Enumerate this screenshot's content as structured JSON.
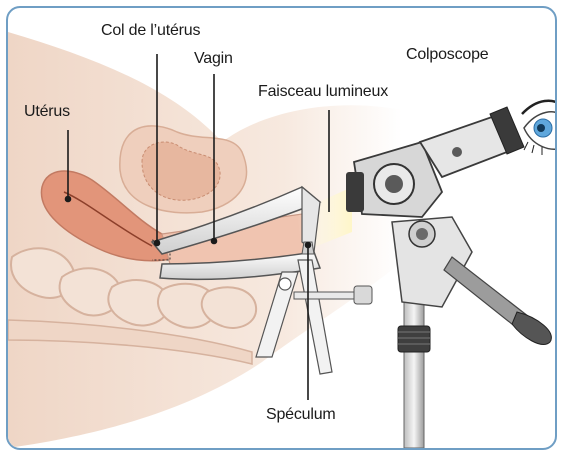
{
  "labels": {
    "uterus": "Utérus",
    "cervix": "Col de l’utérus",
    "vagina": "Vagin",
    "light_beam": "Faisceau lumineux",
    "colposcope": "Colposcope",
    "speculum": "Spéculum"
  },
  "colors": {
    "frame": "#6f9ec4",
    "tissue_light": "#f3e2d6",
    "tissue_mid": "#e9cbb8",
    "uterus": "#e2957a",
    "metal_light": "#f2f2f2",
    "metal_dark": "#555555",
    "eye_iris": "#5fa7dc"
  },
  "icons": {
    "eye": "eye-icon"
  }
}
